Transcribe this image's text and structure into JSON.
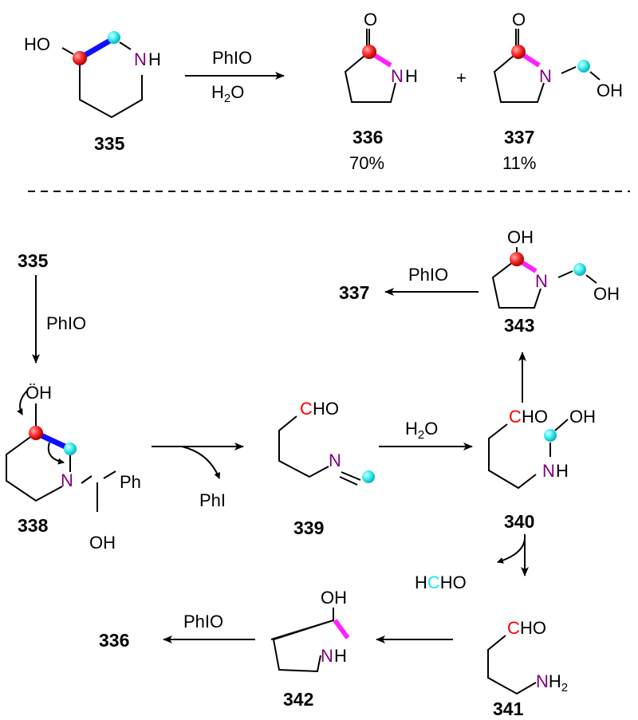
{
  "compounds": {
    "c335": "335",
    "c336": "336",
    "c337": "337",
    "c338": "338",
    "c339": "339",
    "c340": "340",
    "c341": "341",
    "c342": "342",
    "c343": "343"
  },
  "yields": {
    "c336": "70%",
    "c337": "11%"
  },
  "reagents": {
    "phio": "PhIO",
    "h2o_h": "H",
    "h2o_sub": "2",
    "h2o_o": "O",
    "phi": "PhI",
    "plus": "+",
    "hcho_h": "H",
    "hcho_c": "C",
    "hcho_ho": "HO"
  },
  "atoms": {
    "HO": "HO",
    "OH": "OH",
    "O": "O",
    "N": "N",
    "H": "H",
    "NH2_sub": "2",
    "C": "C",
    "Ph": "Ph",
    "I": "I",
    "OH_lone": "ÖH"
  },
  "colors": {
    "tagged_c": "#ff0000",
    "tagged_ch2": "#1ee6f0",
    "nitrogen": "#800080",
    "bond_cleaved": "#1010ff",
    "bond_formed": "#ff20ff"
  }
}
